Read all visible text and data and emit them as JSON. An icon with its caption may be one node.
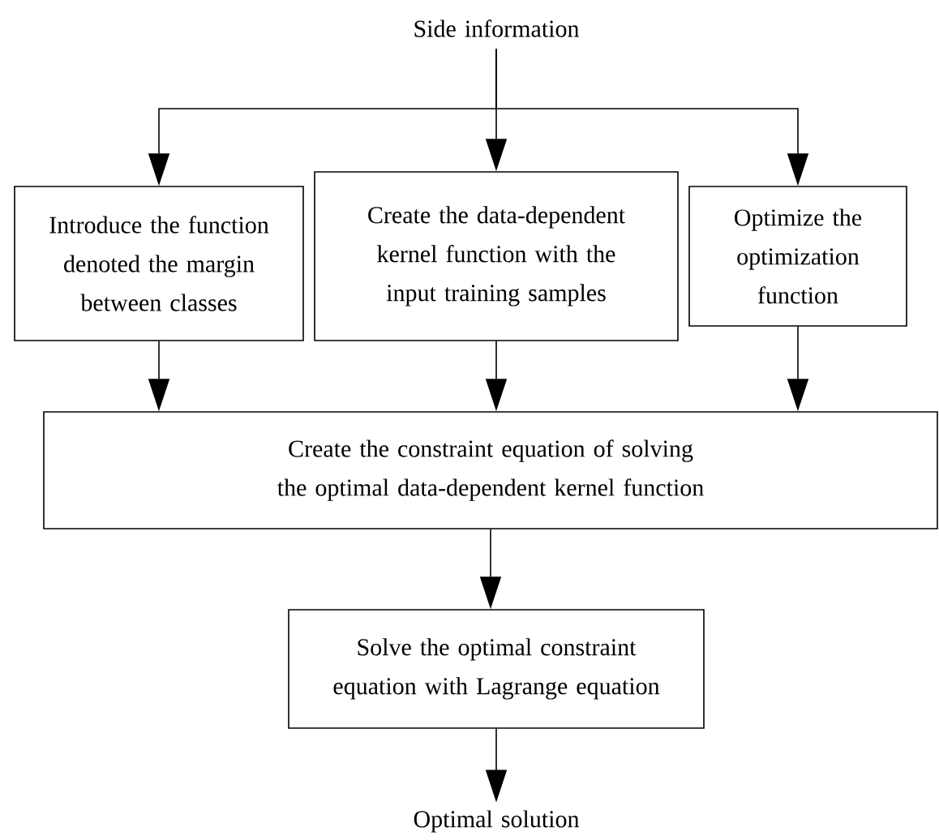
{
  "diagram": {
    "nodes": [
      {
        "text": [
          "Side information"
        ]
      },
      {
        "text": [
          "Introduce the function denoted the margin between classes"
        ]
      },
      {
        "text": [
          "Create the data-dependent kernel function with the input training samples"
        ]
      },
      {
        "text": [
          "Optimize the optimization function"
        ]
      },
      {
        "text": [
          "Create the constraint equation of solving the optimal data-dependent kernel function"
        ]
      },
      {
        "text": [
          "Solve the optimal constraint equation with Lagrange equation"
        ]
      },
      {
        "text": [
          "Optimal solution"
        ]
      }
    ],
    "edges": [
      {
        "from": 0,
        "to": 1,
        "arrow": "to"
      },
      {
        "from": 0,
        "to": 2,
        "arrow": "to"
      },
      {
        "from": 0,
        "to": 3,
        "arrow": "to"
      },
      {
        "from": 1,
        "to": 4,
        "arrow": "to"
      },
      {
        "from": 2,
        "to": 4,
        "arrow": "to"
      },
      {
        "from": 3,
        "to": 4,
        "arrow": "to"
      },
      {
        "from": 4,
        "to": 5,
        "arrow": "to"
      },
      {
        "from": 5,
        "to": 6,
        "arrow": "to"
      }
    ]
  }
}
